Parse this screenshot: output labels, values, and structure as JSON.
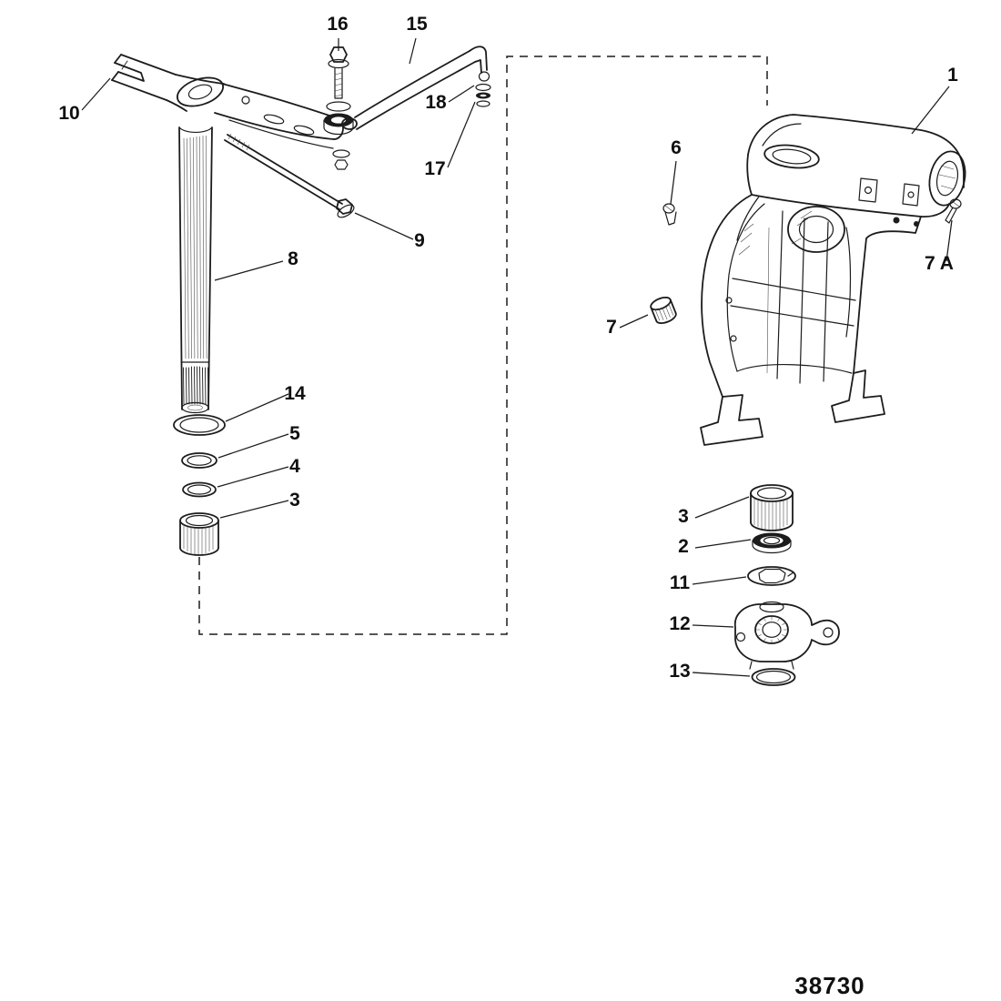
{
  "diagram": {
    "drawing_number": "38730",
    "colors": {
      "ink": "#1c1c1c",
      "background": "#ffffff"
    },
    "callouts": {
      "n10": "10",
      "n16": "16",
      "n15": "15",
      "n18": "18",
      "n17": "17",
      "n9": "9",
      "n8": "8",
      "n14": "14",
      "n5": "5",
      "n4": "4",
      "n3_left": "3",
      "n1": "1",
      "n6": "6",
      "n7": "7",
      "n7a": "7 A",
      "n3_right": "3",
      "n2": "2",
      "n11": "11",
      "n12": "12",
      "n13": "13"
    }
  }
}
